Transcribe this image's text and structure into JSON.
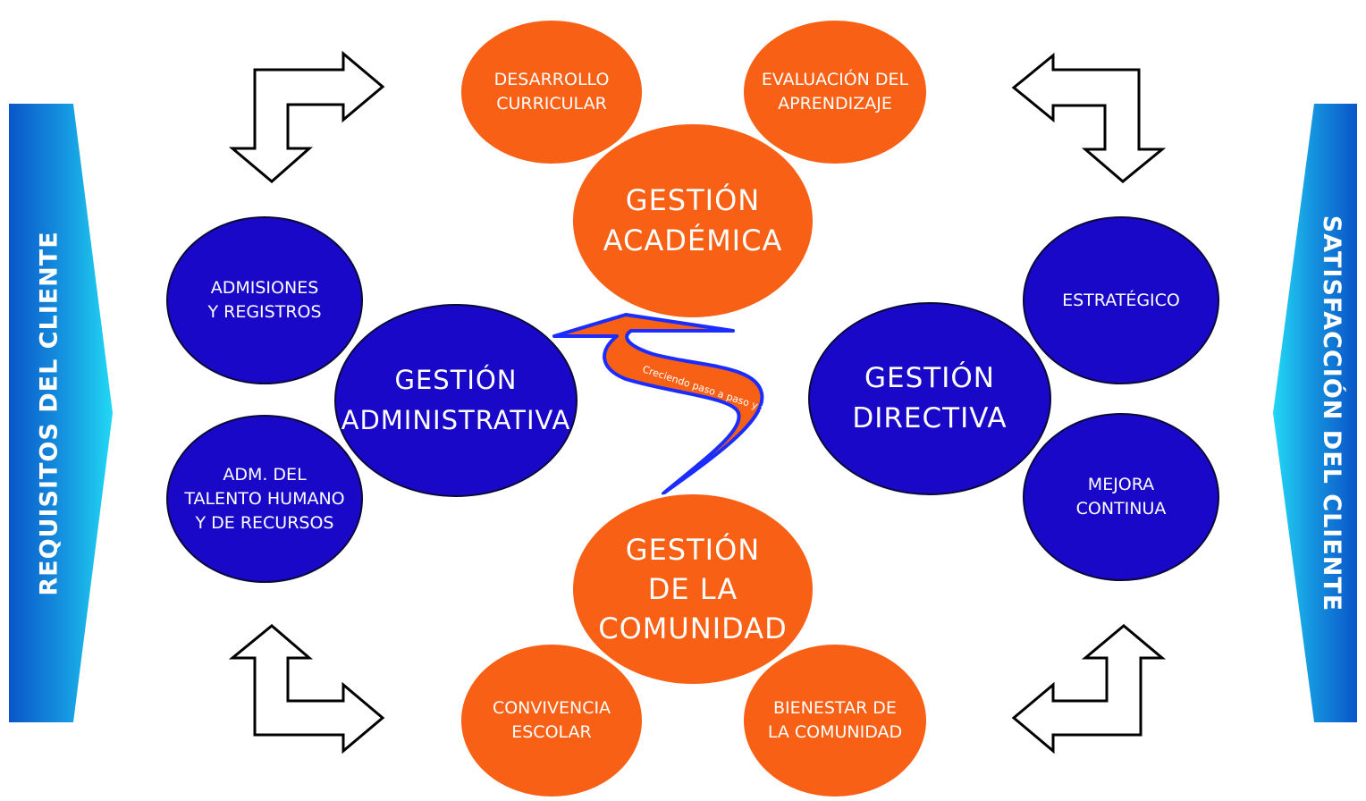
{
  "left_banner": {
    "label": "REQUISITOS  DEL CLIENTE"
  },
  "right_banner": {
    "label": "SATISFACCIÓN DEL CLIENTE"
  },
  "gestion_academica": {
    "title": "GESTIÓN\nACADÉMICA",
    "sub": [
      "DESARROLLO\nCURRICULAR",
      "EVALUACIÓN DEL\nAPRENDIZAJE"
    ]
  },
  "gestion_administrativa": {
    "title": "GESTIÓN\nADMINISTRATIVA",
    "sub": [
      "ADMISIONES\nY REGISTROS",
      "ADM. DEL\nTALENTO HUMANO\nY DE RECURSOS"
    ]
  },
  "gestion_directiva": {
    "title": "GESTIÓN\nDIRECTIVA",
    "sub": [
      "ESTRATÉGICO",
      "MEJORA\nCONTINUA"
    ]
  },
  "gestion_comunidad": {
    "title": "GESTIÓN\nDE LA\nCOMUNIDAD",
    "sub": [
      "CONVIVENCIA\nESCOLAR",
      "BIENESTAR DE\nLA COMUNIDAD"
    ]
  },
  "center_arrow": {
    "text": "Creciendo paso a paso y seguiremos creciendo"
  },
  "colors": {
    "orange": "#f76015",
    "navy": "#1a08c8",
    "banner_light": "#22d6f2",
    "banner_dark": "#0a55c8"
  }
}
